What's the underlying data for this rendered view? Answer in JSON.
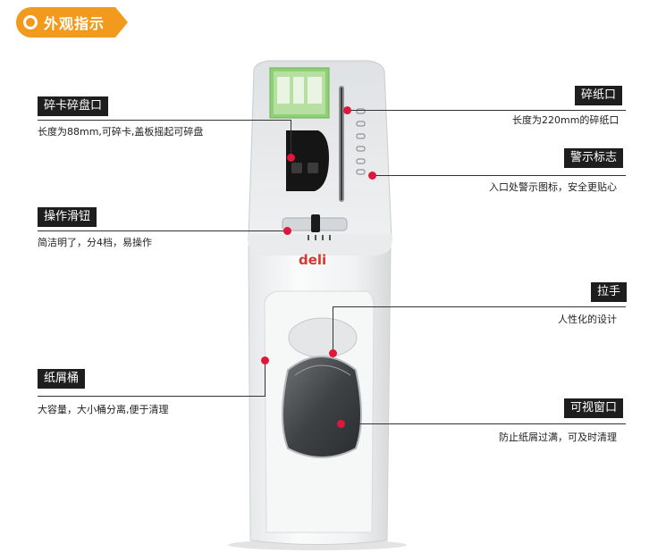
{
  "header": {
    "title": "外观指示"
  },
  "brand": {
    "logo_text": "deli"
  },
  "colors": {
    "accent": "#f29a1e",
    "marker": "#e0173c",
    "label_bg": "#1e1e1e"
  },
  "callouts": {
    "card_slot": {
      "label": "碎卡碎盘口",
      "desc": "长度为88mm,可碎卡,盖板摇起可碎盘"
    },
    "paper_slot": {
      "label": "碎纸口",
      "desc": "长度为220mm的碎纸口"
    },
    "warning": {
      "label": "警示标志",
      "desc": "入口处警示图标，安全更贴心"
    },
    "slider": {
      "label": "操作滑钮",
      "desc": "简洁明了，分4档，易操作"
    },
    "handle": {
      "label": "拉手",
      "desc": "人性化的设计"
    },
    "bin": {
      "label": "纸屑桶",
      "desc": "大容量，大小桶分离,便于清理"
    },
    "window": {
      "label": "可视窗口",
      "desc": "防止纸屑过满，可及时清理"
    }
  }
}
